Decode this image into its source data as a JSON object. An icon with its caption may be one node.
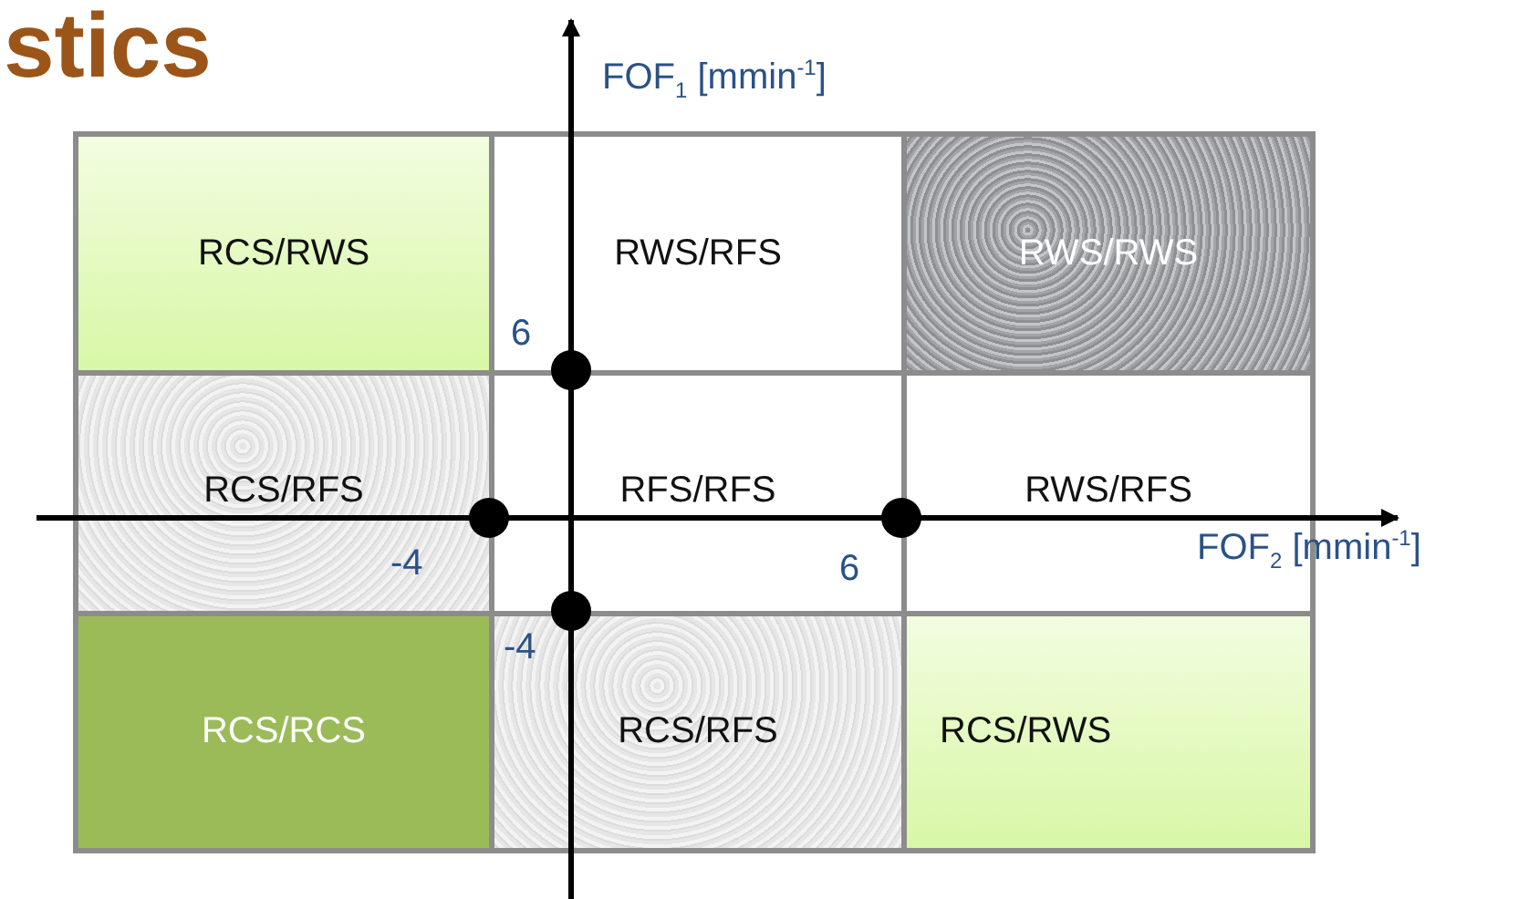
{
  "diagram": {
    "title": "stics",
    "nodes": [
      {
        "text": [
          "RCS/RWS"
        ]
      },
      {
        "text": [
          "RWS/RFS"
        ]
      },
      {
        "text": [
          "RWS/RWS"
        ]
      },
      {
        "text": [
          "RCS/RFS"
        ]
      },
      {
        "text": [
          "RFS/RFS"
        ]
      },
      {
        "text": [
          "RWS/RFS"
        ]
      },
      {
        "text": [
          "RCS/RCS"
        ]
      },
      {
        "text": [
          "RCS/RFS"
        ]
      },
      {
        "text": [
          "RCS/RWS"
        ]
      }
    ],
    "edges": [],
    "labels": [
      "FOF$_{1}$  [mmin$^{-1}$]",
      "6",
      "-4",
      "6",
      "FOF$_{2}$ [mmin$^{-1}$]",
      "-4"
    ]
  }
}
